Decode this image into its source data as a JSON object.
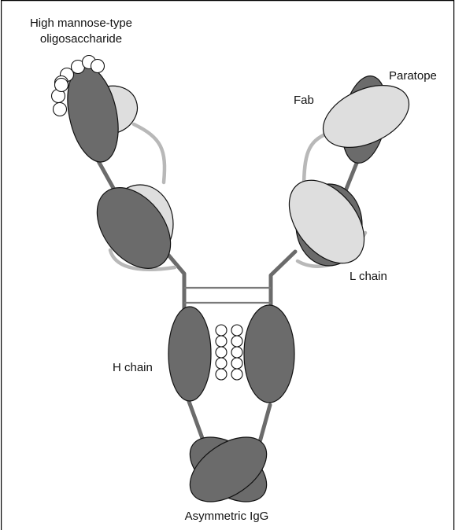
{
  "labels": {
    "oligosaccharide_line1": "High mannose-type",
    "oligosaccharide_line2": "oligosaccharide",
    "paratope": "Paratope",
    "fab": "Fab",
    "l_chain": "L chain",
    "h_chain": "H chain",
    "caption": "Asymmetric IgG"
  },
  "colors": {
    "heavy_chain": "#6b6b6b",
    "light_chain": "#dedede",
    "sugar": "#ffffff",
    "link_light": "#b8b8b8"
  }
}
